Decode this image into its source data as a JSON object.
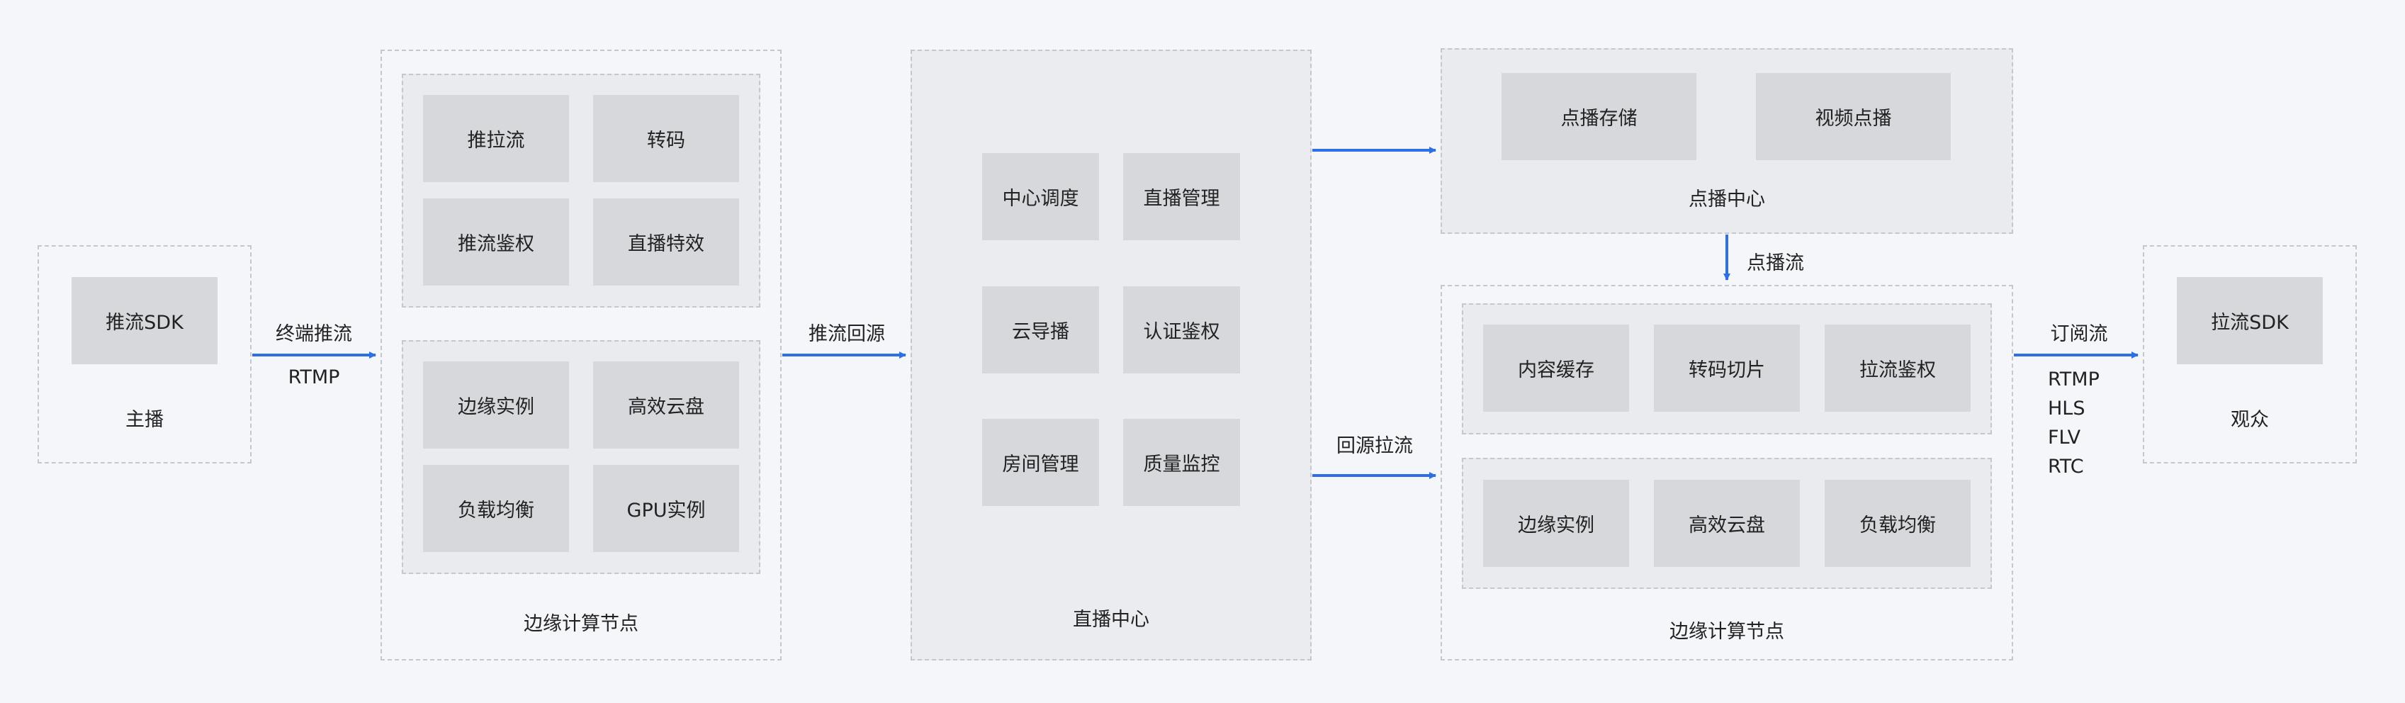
{
  "anchor": {
    "cell": "推流SDK",
    "label": "主播"
  },
  "push": {
    "label": "终端推流",
    "protocol": "RTMP"
  },
  "edge_left": {
    "top_cells": [
      "推拉流",
      "转码",
      "推流鉴权",
      "直播特效"
    ],
    "bottom_cells": [
      "边缘实例",
      "高效云盘",
      "负载均衡",
      "GPU实例"
    ],
    "label": "边缘计算节点"
  },
  "origin_push": {
    "label": "推流回源"
  },
  "live_center": {
    "cells": [
      "中心调度",
      "直播管理",
      "云导播",
      "认证鉴权",
      "房间管理",
      "质量监控"
    ],
    "label": "直播中心"
  },
  "vod_center": {
    "cells": [
      "点播存储",
      "视频点播"
    ],
    "label": "点播中心"
  },
  "vod_stream": {
    "label": "点播流"
  },
  "origin_pull": {
    "label": "回源拉流"
  },
  "edge_right": {
    "top_cells": [
      "内容缓存",
      "转码切片",
      "拉流鉴权"
    ],
    "bottom_cells": [
      "边缘实例",
      "高效云盘",
      "负载均衡"
    ],
    "label": "边缘计算节点"
  },
  "subscribe": {
    "label": "订阅流",
    "protocols": [
      "RTMP",
      "HLS",
      "FLV",
      "RTC"
    ]
  },
  "viewer": {
    "cell": "拉流SDK",
    "label": "观众"
  },
  "colors": {
    "arrow": "#2f6fe4",
    "cell": "#d6d8dc",
    "border": "#c4c7ce",
    "background": "#f5f6fa"
  }
}
